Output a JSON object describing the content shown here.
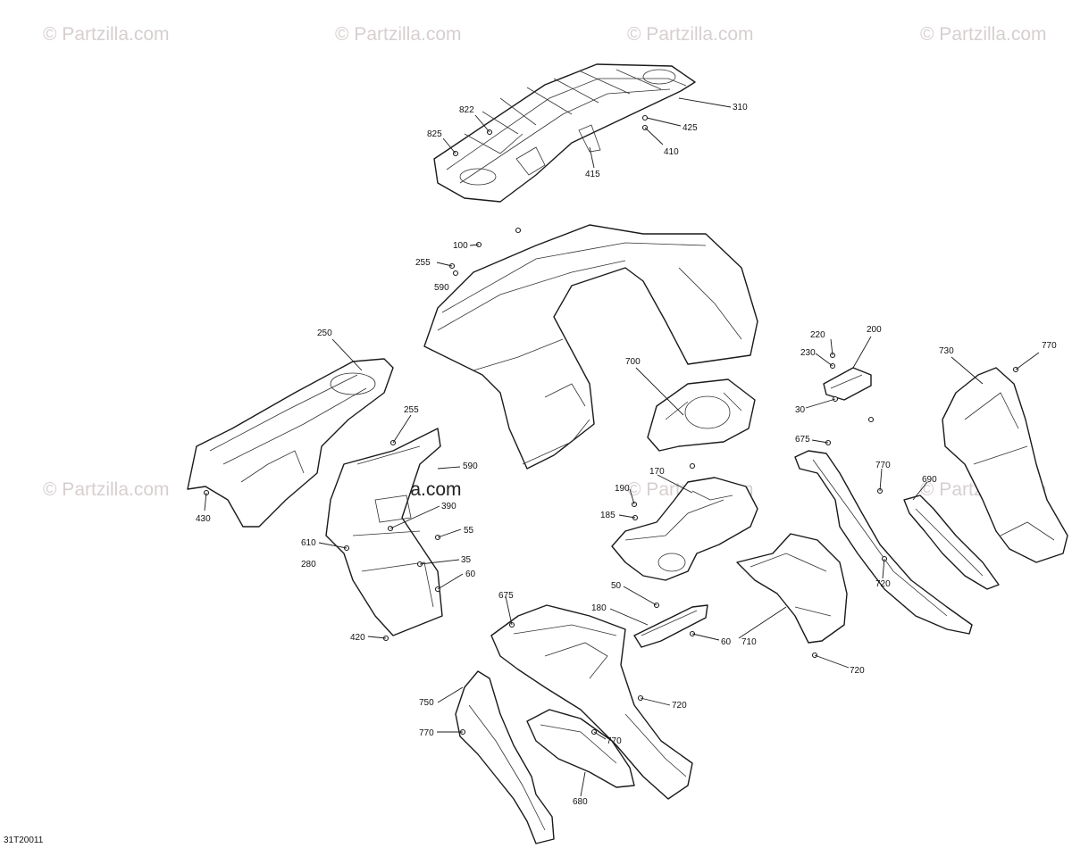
{
  "watermarks": {
    "corner": "© Partzilla.com",
    "center": "© Partzilla.com"
  },
  "diagram_code": "31T20011",
  "callouts": {
    "c310": "310",
    "c822": "822",
    "c825": "825",
    "c425": "425",
    "c410": "410",
    "c415": "415",
    "c100": "100",
    "c255a": "255",
    "c590a": "590",
    "c250": "250",
    "c255b": "255",
    "c590b": "590",
    "c430": "430",
    "c390": "390",
    "c55": "55",
    "c35": "35",
    "c60a": "60",
    "c610": "610",
    "c280": "280",
    "c420": "420",
    "c700": "700",
    "c220": "220",
    "c200": "200",
    "c230": "230",
    "c30": "30",
    "c730": "730",
    "c770a": "770",
    "c675a": "675",
    "c770b": "770",
    "c690": "690",
    "c720a": "720",
    "c170": "170",
    "c190": "190",
    "c185": "185",
    "c710": "710",
    "c720b": "720",
    "c50": "50",
    "c180": "180",
    "c60b": "60",
    "c675b": "675",
    "c720c": "720",
    "c770c": "770",
    "c680": "680",
    "c750": "750",
    "c770d": "770"
  }
}
